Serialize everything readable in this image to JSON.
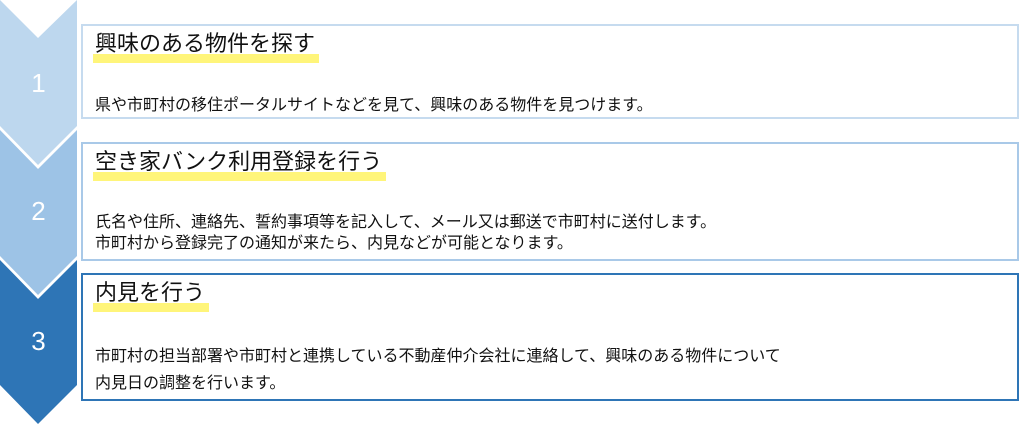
{
  "colors": {
    "step1": "#bdd7ee",
    "step2": "#9dc3e6",
    "step3": "#2e75b6",
    "highlight": "#fff57a"
  },
  "steps": [
    {
      "number": "1",
      "title": "興味のある物件を探す",
      "lines": [
        "県や市町村の移住ポータルサイトなどを見て、興味のある物件を見つけます。"
      ]
    },
    {
      "number": "2",
      "title": "空き家バンク利用登録を行う",
      "lines": [
        "氏名や住所、連絡先、誓約事項等を記入して、メール又は郵送で市町村に送付します。",
        "市町村から登録完了の通知が来たら、内見などが可能となります。"
      ]
    },
    {
      "number": "3",
      "title": "内見を行う",
      "lines": [
        "市町村の担当部署や市町村と連携している不動産仲介会社に連絡して、興味のある物件について",
        "内見日の調整を行います。"
      ]
    }
  ]
}
